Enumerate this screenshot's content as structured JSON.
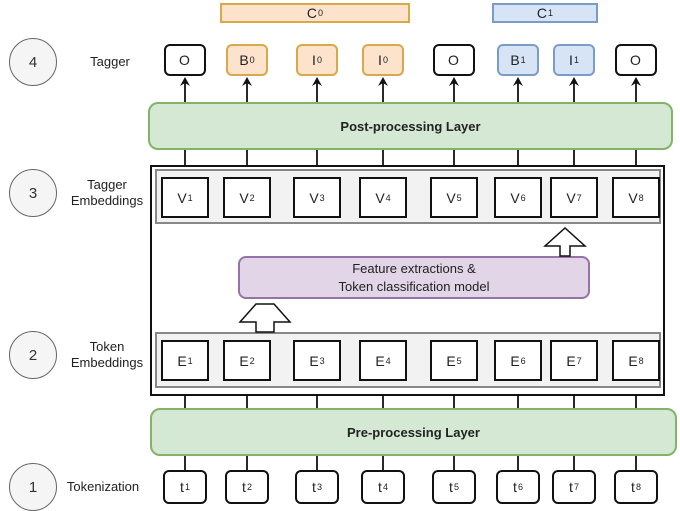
{
  "stages": [
    {
      "number": "4",
      "label": "Tagger"
    },
    {
      "number": "3",
      "label": "Tagger Embeddings"
    },
    {
      "number": "2",
      "label": "Token Embeddings"
    },
    {
      "number": "1",
      "label": "Tokenization"
    }
  ],
  "chunks": [
    {
      "base": "C",
      "sub": "0",
      "color": "orange"
    },
    {
      "base": "C",
      "sub": "1",
      "color": "blue"
    }
  ],
  "tags": [
    {
      "base": "O",
      "sub": "",
      "group": "none"
    },
    {
      "base": "B",
      "sub": "0",
      "group": "c0"
    },
    {
      "base": "I",
      "sub": "0",
      "group": "c0"
    },
    {
      "base": "I",
      "sub": "0",
      "group": "c0"
    },
    {
      "base": "O",
      "sub": "",
      "group": "none"
    },
    {
      "base": "B",
      "sub": "1",
      "group": "c1"
    },
    {
      "base": "I",
      "sub": "1",
      "group": "c1"
    },
    {
      "base": "O",
      "sub": "",
      "group": "none"
    }
  ],
  "post_layer": "Post-processing Layer",
  "pre_layer": "Pre-processing Layer",
  "model": {
    "line1": "Feature extractions &",
    "line2": "Token classification model"
  },
  "tagger_embeddings": [
    {
      "base": "V",
      "sub": "1"
    },
    {
      "base": "V",
      "sub": "2"
    },
    {
      "base": "V",
      "sub": "3"
    },
    {
      "base": "V",
      "sub": "4"
    },
    {
      "base": "V",
      "sub": "5"
    },
    {
      "base": "V",
      "sub": "6"
    },
    {
      "base": "V",
      "sub": "7"
    },
    {
      "base": "V",
      "sub": "8"
    }
  ],
  "token_embeddings": [
    {
      "base": "E",
      "sub": "1"
    },
    {
      "base": "E",
      "sub": "2"
    },
    {
      "base": "E",
      "sub": "3"
    },
    {
      "base": "E",
      "sub": "4"
    },
    {
      "base": "E",
      "sub": "5"
    },
    {
      "base": "E",
      "sub": "6"
    },
    {
      "base": "E",
      "sub": "7"
    },
    {
      "base": "E",
      "sub": "8"
    }
  ],
  "tokens": [
    {
      "base": "t",
      "sub": "1"
    },
    {
      "base": "t",
      "sub": "2"
    },
    {
      "base": "t",
      "sub": "3"
    },
    {
      "base": "t",
      "sub": "4"
    },
    {
      "base": "t",
      "sub": "5"
    },
    {
      "base": "t",
      "sub": "6"
    },
    {
      "base": "t",
      "sub": "7"
    },
    {
      "base": "t",
      "sub": "8"
    }
  ],
  "colors": {
    "c0_fill": "#fde3cc",
    "c0_stroke": "#d8a84a",
    "c1_fill": "#d6e4f5",
    "c1_stroke": "#7b9bc9",
    "layer_fill": "#d5e8d4",
    "layer_stroke": "#82b366",
    "model_fill": "#e1d5e7",
    "model_stroke": "#9673a6"
  }
}
